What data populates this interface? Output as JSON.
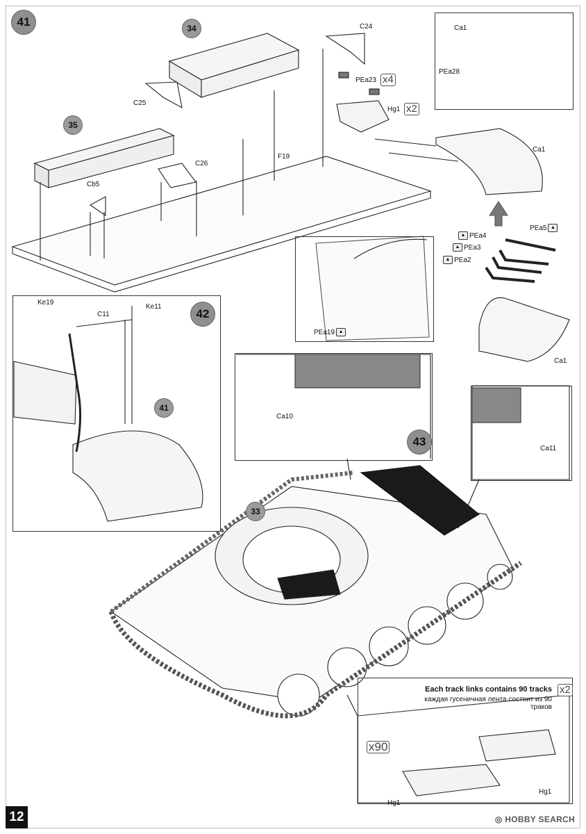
{
  "page": {
    "number": "12",
    "watermark": "HOBBY SEARCH",
    "colors": {
      "badge": "#8f8f8f",
      "line": "#222222",
      "tread_dark": "#1a1a1a"
    }
  },
  "steps": [
    {
      "id": "41",
      "label": "41"
    },
    {
      "id": "42",
      "label": "42"
    },
    {
      "id": "43",
      "label": "43"
    }
  ],
  "part_badges": [
    "34",
    "35",
    "41",
    "33"
  ],
  "parts": {
    "c24": "C24",
    "c25": "C25",
    "c26": "C26",
    "cb5": "Cb5",
    "f19": "F19",
    "pea23": "PEa23",
    "hg1_a": "Hg1",
    "pea28": "PEa28",
    "ca1_a": "Ca1",
    "ca1_b": "Ca1",
    "ca1_c": "Ca1",
    "pea19": "PEa19",
    "pea2": "PEa2",
    "pea3": "PEa3",
    "pea4": "PEa4",
    "pea5": "PEa5",
    "ke19": "Ke19",
    "ke11": "Ke11",
    "c11": "C11",
    "ca10": "Ca10",
    "ca11": "Ca11",
    "hg1_b": "Hg1",
    "hg1_c": "Hg1"
  },
  "multipliers": {
    "pea23_qty": "x4",
    "hg1_qty": "x2",
    "tracks_qty": "x2",
    "links_qty": "x90"
  },
  "tracks_note": {
    "en": "Each track links contains 90 tracks",
    "ru": "каждая гусеничная лента состоит из 90 траков"
  }
}
